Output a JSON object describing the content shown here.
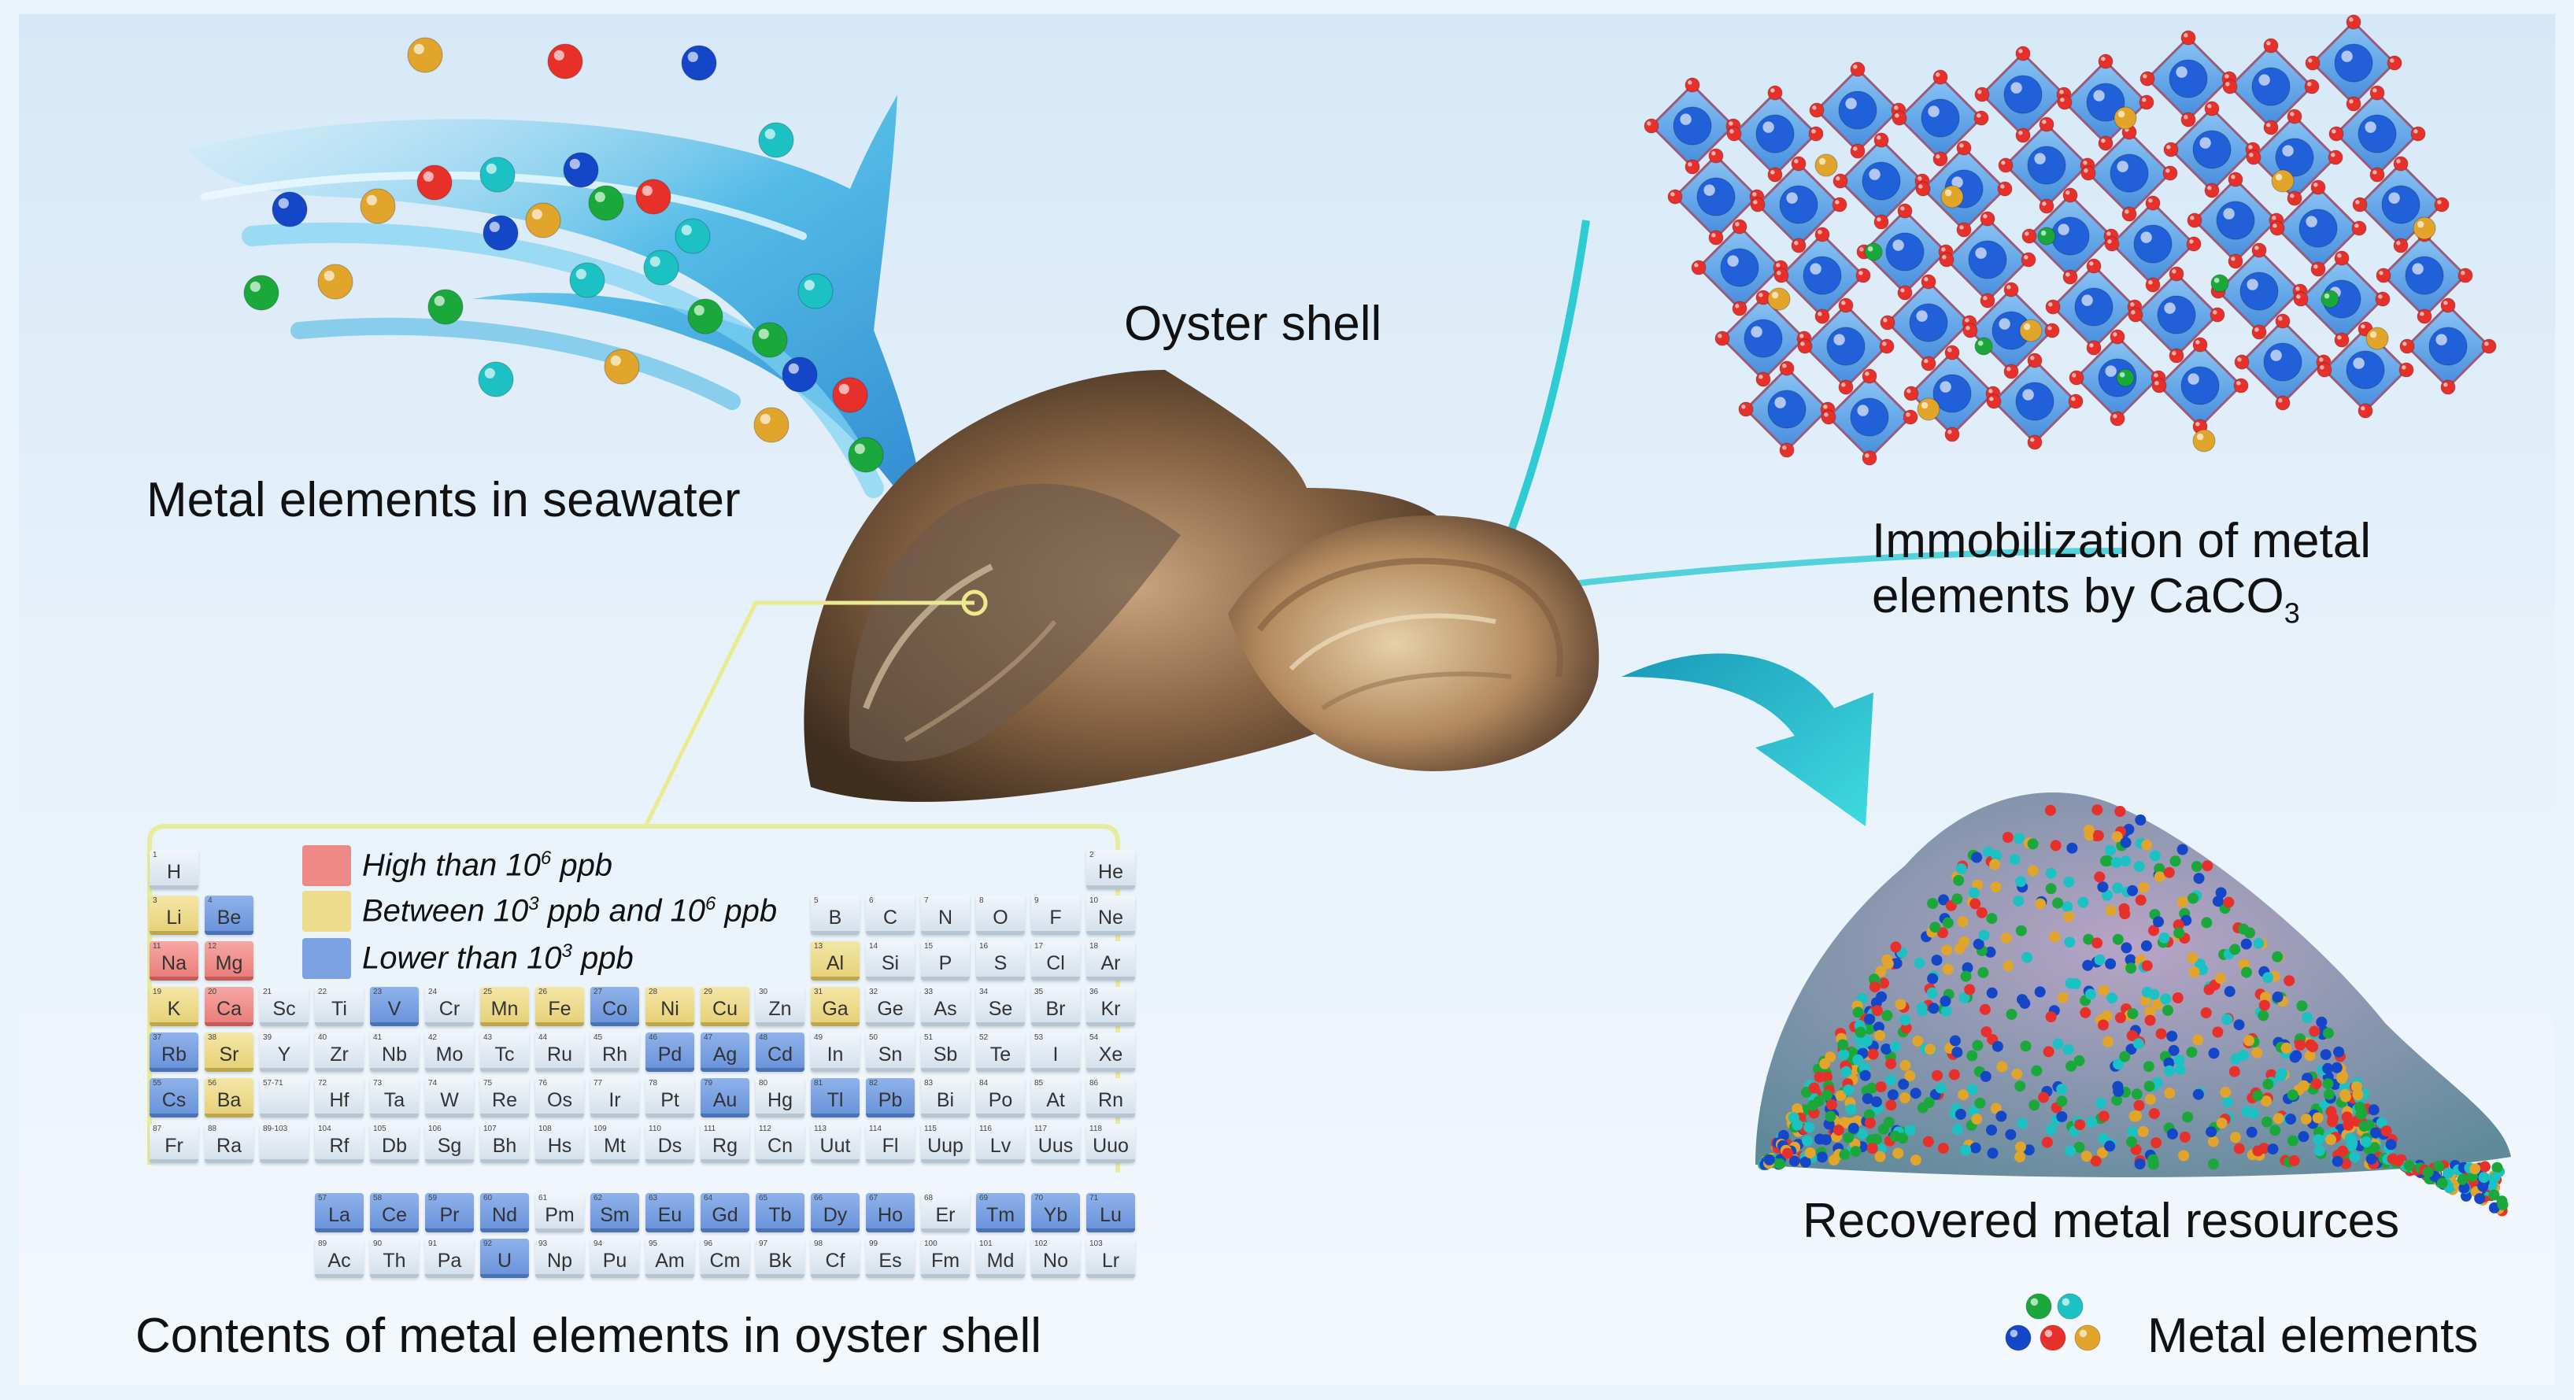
{
  "labels": {
    "seawater": "Metal elements in seawater",
    "oyster": "Oyster shell",
    "immobilization_line1": "Immobilization of metal",
    "immobilization_line2": "elements by CaCO",
    "immobilization_sub": "3",
    "contents": "Contents of metal elements in oyster shell",
    "recovered": "Recovered metal resources",
    "metal_elements": "Metal elements"
  },
  "legend": {
    "high": {
      "text": "High than 10",
      "sup": "6",
      "unit": " ppb",
      "color": "#ee8a86"
    },
    "between": {
      "text1": "Between 10",
      "sup1": "3",
      "text2": " ppb and 10",
      "sup2": "6",
      "text3": " ppb",
      "color": "#eddc8c"
    },
    "lower": {
      "text": "Lower than 10",
      "sup": "3",
      "unit": " ppb",
      "color": "#7ca2e3"
    }
  },
  "colors": {
    "red": "#e8302a",
    "blue": "#1446c8",
    "green": "#1aa83a",
    "teal": "#1cc1c4",
    "gold": "#e0a52a",
    "arrow": "#25c7cf"
  },
  "periodic_table": [
    {
      "n": "1",
      "s": "H",
      "r": 0,
      "c": 0,
      "k": ""
    },
    {
      "n": "2",
      "s": "He",
      "r": 0,
      "c": 17,
      "k": ""
    },
    {
      "n": "3",
      "s": "Li",
      "r": 1,
      "c": 0,
      "k": "mid"
    },
    {
      "n": "4",
      "s": "Be",
      "r": 1,
      "c": 1,
      "k": "lo"
    },
    {
      "n": "5",
      "s": "B",
      "r": 1,
      "c": 12,
      "k": ""
    },
    {
      "n": "6",
      "s": "C",
      "r": 1,
      "c": 13,
      "k": ""
    },
    {
      "n": "7",
      "s": "N",
      "r": 1,
      "c": 14,
      "k": ""
    },
    {
      "n": "8",
      "s": "O",
      "r": 1,
      "c": 15,
      "k": ""
    },
    {
      "n": "9",
      "s": "F",
      "r": 1,
      "c": 16,
      "k": ""
    },
    {
      "n": "10",
      "s": "Ne",
      "r": 1,
      "c": 17,
      "k": ""
    },
    {
      "n": "11",
      "s": "Na",
      "r": 2,
      "c": 0,
      "k": "hi"
    },
    {
      "n": "12",
      "s": "Mg",
      "r": 2,
      "c": 1,
      "k": "hi"
    },
    {
      "n": "13",
      "s": "Al",
      "r": 2,
      "c": 12,
      "k": "mid"
    },
    {
      "n": "14",
      "s": "Si",
      "r": 2,
      "c": 13,
      "k": ""
    },
    {
      "n": "15",
      "s": "P",
      "r": 2,
      "c": 14,
      "k": ""
    },
    {
      "n": "16",
      "s": "S",
      "r": 2,
      "c": 15,
      "k": ""
    },
    {
      "n": "17",
      "s": "Cl",
      "r": 2,
      "c": 16,
      "k": ""
    },
    {
      "n": "18",
      "s": "Ar",
      "r": 2,
      "c": 17,
      "k": ""
    },
    {
      "n": "19",
      "s": "K",
      "r": 3,
      "c": 0,
      "k": "mid"
    },
    {
      "n": "20",
      "s": "Ca",
      "r": 3,
      "c": 1,
      "k": "hi"
    },
    {
      "n": "21",
      "s": "Sc",
      "r": 3,
      "c": 2,
      "k": ""
    },
    {
      "n": "22",
      "s": "Ti",
      "r": 3,
      "c": 3,
      "k": ""
    },
    {
      "n": "23",
      "s": "V",
      "r": 3,
      "c": 4,
      "k": "lo"
    },
    {
      "n": "24",
      "s": "Cr",
      "r": 3,
      "c": 5,
      "k": ""
    },
    {
      "n": "25",
      "s": "Mn",
      "r": 3,
      "c": 6,
      "k": "mid"
    },
    {
      "n": "26",
      "s": "Fe",
      "r": 3,
      "c": 7,
      "k": "mid"
    },
    {
      "n": "27",
      "s": "Co",
      "r": 3,
      "c": 8,
      "k": "lo"
    },
    {
      "n": "28",
      "s": "Ni",
      "r": 3,
      "c": 9,
      "k": "mid"
    },
    {
      "n": "29",
      "s": "Cu",
      "r": 3,
      "c": 10,
      "k": "mid"
    },
    {
      "n": "30",
      "s": "Zn",
      "r": 3,
      "c": 11,
      "k": ""
    },
    {
      "n": "31",
      "s": "Ga",
      "r": 3,
      "c": 12,
      "k": "mid"
    },
    {
      "n": "32",
      "s": "Ge",
      "r": 3,
      "c": 13,
      "k": ""
    },
    {
      "n": "33",
      "s": "As",
      "r": 3,
      "c": 14,
      "k": ""
    },
    {
      "n": "34",
      "s": "Se",
      "r": 3,
      "c": 15,
      "k": ""
    },
    {
      "n": "35",
      "s": "Br",
      "r": 3,
      "c": 16,
      "k": ""
    },
    {
      "n": "36",
      "s": "Kr",
      "r": 3,
      "c": 17,
      "k": ""
    },
    {
      "n": "37",
      "s": "Rb",
      "r": 4,
      "c": 0,
      "k": "lo"
    },
    {
      "n": "38",
      "s": "Sr",
      "r": 4,
      "c": 1,
      "k": "mid"
    },
    {
      "n": "39",
      "s": "Y",
      "r": 4,
      "c": 2,
      "k": ""
    },
    {
      "n": "40",
      "s": "Zr",
      "r": 4,
      "c": 3,
      "k": ""
    },
    {
      "n": "41",
      "s": "Nb",
      "r": 4,
      "c": 4,
      "k": ""
    },
    {
      "n": "42",
      "s": "Mo",
      "r": 4,
      "c": 5,
      "k": ""
    },
    {
      "n": "43",
      "s": "Tc",
      "r": 4,
      "c": 6,
      "k": ""
    },
    {
      "n": "44",
      "s": "Ru",
      "r": 4,
      "c": 7,
      "k": ""
    },
    {
      "n": "45",
      "s": "Rh",
      "r": 4,
      "c": 8,
      "k": ""
    },
    {
      "n": "46",
      "s": "Pd",
      "r": 4,
      "c": 9,
      "k": "lo"
    },
    {
      "n": "47",
      "s": "Ag",
      "r": 4,
      "c": 10,
      "k": "lo"
    },
    {
      "n": "48",
      "s": "Cd",
      "r": 4,
      "c": 11,
      "k": "lo"
    },
    {
      "n": "49",
      "s": "In",
      "r": 4,
      "c": 12,
      "k": ""
    },
    {
      "n": "50",
      "s": "Sn",
      "r": 4,
      "c": 13,
      "k": ""
    },
    {
      "n": "51",
      "s": "Sb",
      "r": 4,
      "c": 14,
      "k": ""
    },
    {
      "n": "52",
      "s": "Te",
      "r": 4,
      "c": 15,
      "k": ""
    },
    {
      "n": "53",
      "s": "I",
      "r": 4,
      "c": 16,
      "k": ""
    },
    {
      "n": "54",
      "s": "Xe",
      "r": 4,
      "c": 17,
      "k": ""
    },
    {
      "n": "55",
      "s": "Cs",
      "r": 5,
      "c": 0,
      "k": "lo"
    },
    {
      "n": "56",
      "s": "Ba",
      "r": 5,
      "c": 1,
      "k": "mid"
    },
    {
      "n": "57-71",
      "s": "",
      "r": 5,
      "c": 2,
      "k": ""
    },
    {
      "n": "72",
      "s": "Hf",
      "r": 5,
      "c": 3,
      "k": ""
    },
    {
      "n": "73",
      "s": "Ta",
      "r": 5,
      "c": 4,
      "k": ""
    },
    {
      "n": "74",
      "s": "W",
      "r": 5,
      "c": 5,
      "k": ""
    },
    {
      "n": "75",
      "s": "Re",
      "r": 5,
      "c": 6,
      "k": ""
    },
    {
      "n": "76",
      "s": "Os",
      "r": 5,
      "c": 7,
      "k": ""
    },
    {
      "n": "77",
      "s": "Ir",
      "r": 5,
      "c": 8,
      "k": ""
    },
    {
      "n": "78",
      "s": "Pt",
      "r": 5,
      "c": 9,
      "k": ""
    },
    {
      "n": "79",
      "s": "Au",
      "r": 5,
      "c": 10,
      "k": "lo"
    },
    {
      "n": "80",
      "s": "Hg",
      "r": 5,
      "c": 11,
      "k": ""
    },
    {
      "n": "81",
      "s": "Tl",
      "r": 5,
      "c": 12,
      "k": "lo"
    },
    {
      "n": "82",
      "s": "Pb",
      "r": 5,
      "c": 13,
      "k": "lo"
    },
    {
      "n": "83",
      "s": "Bi",
      "r": 5,
      "c": 14,
      "k": ""
    },
    {
      "n": "84",
      "s": "Po",
      "r": 5,
      "c": 15,
      "k": ""
    },
    {
      "n": "85",
      "s": "At",
      "r": 5,
      "c": 16,
      "k": ""
    },
    {
      "n": "86",
      "s": "Rn",
      "r": 5,
      "c": 17,
      "k": ""
    },
    {
      "n": "87",
      "s": "Fr",
      "r": 6,
      "c": 0,
      "k": ""
    },
    {
      "n": "88",
      "s": "Ra",
      "r": 6,
      "c": 1,
      "k": ""
    },
    {
      "n": "89-103",
      "s": "",
      "r": 6,
      "c": 2,
      "k": ""
    },
    {
      "n": "104",
      "s": "Rf",
      "r": 6,
      "c": 3,
      "k": ""
    },
    {
      "n": "105",
      "s": "Db",
      "r": 6,
      "c": 4,
      "k": ""
    },
    {
      "n": "106",
      "s": "Sg",
      "r": 6,
      "c": 5,
      "k": ""
    },
    {
      "n": "107",
      "s": "Bh",
      "r": 6,
      "c": 6,
      "k": ""
    },
    {
      "n": "108",
      "s": "Hs",
      "r": 6,
      "c": 7,
      "k": ""
    },
    {
      "n": "109",
      "s": "Mt",
      "r": 6,
      "c": 8,
      "k": ""
    },
    {
      "n": "110",
      "s": "Ds",
      "r": 6,
      "c": 9,
      "k": ""
    },
    {
      "n": "111",
      "s": "Rg",
      "r": 6,
      "c": 10,
      "k": ""
    },
    {
      "n": "112",
      "s": "Cn",
      "r": 6,
      "c": 11,
      "k": ""
    },
    {
      "n": "113",
      "s": "Uut",
      "r": 6,
      "c": 12,
      "k": ""
    },
    {
      "n": "114",
      "s": "Fl",
      "r": 6,
      "c": 13,
      "k": ""
    },
    {
      "n": "115",
      "s": "Uup",
      "r": 6,
      "c": 14,
      "k": ""
    },
    {
      "n": "116",
      "s": "Lv",
      "r": 6,
      "c": 15,
      "k": ""
    },
    {
      "n": "117",
      "s": "Uus",
      "r": 6,
      "c": 16,
      "k": ""
    },
    {
      "n": "118",
      "s": "Uuo",
      "r": 6,
      "c": 17,
      "k": ""
    },
    {
      "n": "57",
      "s": "La",
      "r": 7,
      "c": 3,
      "k": "lo"
    },
    {
      "n": "58",
      "s": "Ce",
      "r": 7,
      "c": 4,
      "k": "lo"
    },
    {
      "n": "59",
      "s": "Pr",
      "r": 7,
      "c": 5,
      "k": "lo"
    },
    {
      "n": "60",
      "s": "Nd",
      "r": 7,
      "c": 6,
      "k": "lo"
    },
    {
      "n": "61",
      "s": "Pm",
      "r": 7,
      "c": 7,
      "k": ""
    },
    {
      "n": "62",
      "s": "Sm",
      "r": 7,
      "c": 8,
      "k": "lo"
    },
    {
      "n": "63",
      "s": "Eu",
      "r": 7,
      "c": 9,
      "k": "lo"
    },
    {
      "n": "64",
      "s": "Gd",
      "r": 7,
      "c": 10,
      "k": "lo"
    },
    {
      "n": "65",
      "s": "Tb",
      "r": 7,
      "c": 11,
      "k": "lo"
    },
    {
      "n": "66",
      "s": "Dy",
      "r": 7,
      "c": 12,
      "k": "lo"
    },
    {
      "n": "67",
      "s": "Ho",
      "r": 7,
      "c": 13,
      "k": "lo"
    },
    {
      "n": "68",
      "s": "Er",
      "r": 7,
      "c": 14,
      "k": ""
    },
    {
      "n": "69",
      "s": "Tm",
      "r": 7,
      "c": 15,
      "k": "lo"
    },
    {
      "n": "70",
      "s": "Yb",
      "r": 7,
      "c": 16,
      "k": "lo"
    },
    {
      "n": "71",
      "s": "Lu",
      "r": 7,
      "c": 17,
      "k": "lo"
    },
    {
      "n": "89",
      "s": "Ac",
      "r": 8,
      "c": 3,
      "k": ""
    },
    {
      "n": "90",
      "s": "Th",
      "r": 8,
      "c": 4,
      "k": ""
    },
    {
      "n": "91",
      "s": "Pa",
      "r": 8,
      "c": 5,
      "k": ""
    },
    {
      "n": "92",
      "s": "U",
      "r": 8,
      "c": 6,
      "k": "lo"
    },
    {
      "n": "93",
      "s": "Np",
      "r": 8,
      "c": 7,
      "k": ""
    },
    {
      "n": "94",
      "s": "Pu",
      "r": 8,
      "c": 8,
      "k": ""
    },
    {
      "n": "95",
      "s": "Am",
      "r": 8,
      "c": 9,
      "k": ""
    },
    {
      "n": "96",
      "s": "Cm",
      "r": 8,
      "c": 10,
      "k": ""
    },
    {
      "n": "97",
      "s": "Bk",
      "r": 8,
      "c": 11,
      "k": ""
    },
    {
      "n": "98",
      "s": "Cf",
      "r": 8,
      "c": 12,
      "k": ""
    },
    {
      "n": "99",
      "s": "Es",
      "r": 8,
      "c": 13,
      "k": ""
    },
    {
      "n": "100",
      "s": "Fm",
      "r": 8,
      "c": 14,
      "k": ""
    },
    {
      "n": "101",
      "s": "Md",
      "r": 8,
      "c": 15,
      "k": ""
    },
    {
      "n": "102",
      "s": "No",
      "r": 8,
      "c": 16,
      "k": ""
    },
    {
      "n": "103",
      "s": "Lr",
      "r": 8,
      "c": 17,
      "k": ""
    }
  ]
}
